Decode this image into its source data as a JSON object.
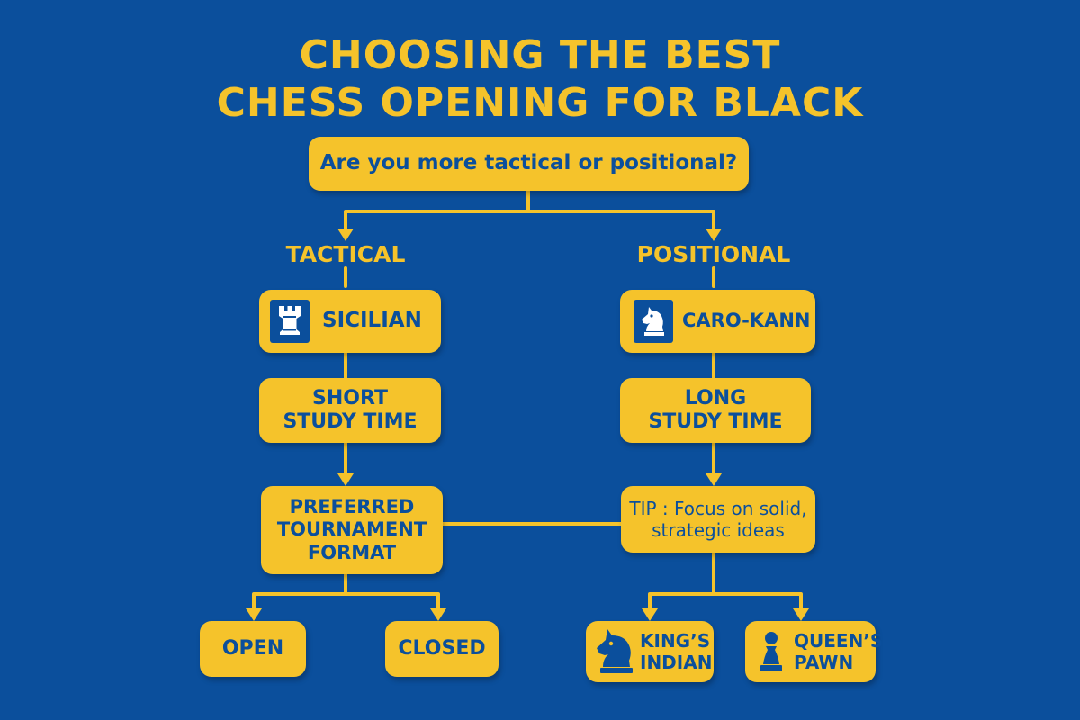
{
  "title": {
    "line1": "CHOOSING THE BEST",
    "line2": "CHESS OPENING FOR BLACK"
  },
  "question": "Are you more tactical or positional?",
  "branches": {
    "tactical": "TACTICAL",
    "positional": "POSITIONAL"
  },
  "left": {
    "opening": "SICILIAN",
    "opening_icon": "rook-icon",
    "study": "SHORT\nSTUDY TIME",
    "format": "PREFERRED\nTOURNAMENT\nFORMAT",
    "open": "OPEN",
    "closed": "CLOSED"
  },
  "right": {
    "opening": "CARO-KANN",
    "opening_icon": "knight-icon",
    "study": "LONG\nSTUDY TIME",
    "tip": "TIP : Focus on solid,\nstrategic ideas",
    "kings_indian": "KING’S\nINDIAN",
    "kings_indian_icon": "knight-icon",
    "queens_pawn": "QUEEN’S\nPAWN",
    "queens_pawn_icon": "pawn-icon"
  },
  "colors": {
    "background": "#0b4f9c",
    "accent": "#f5c32b"
  }
}
